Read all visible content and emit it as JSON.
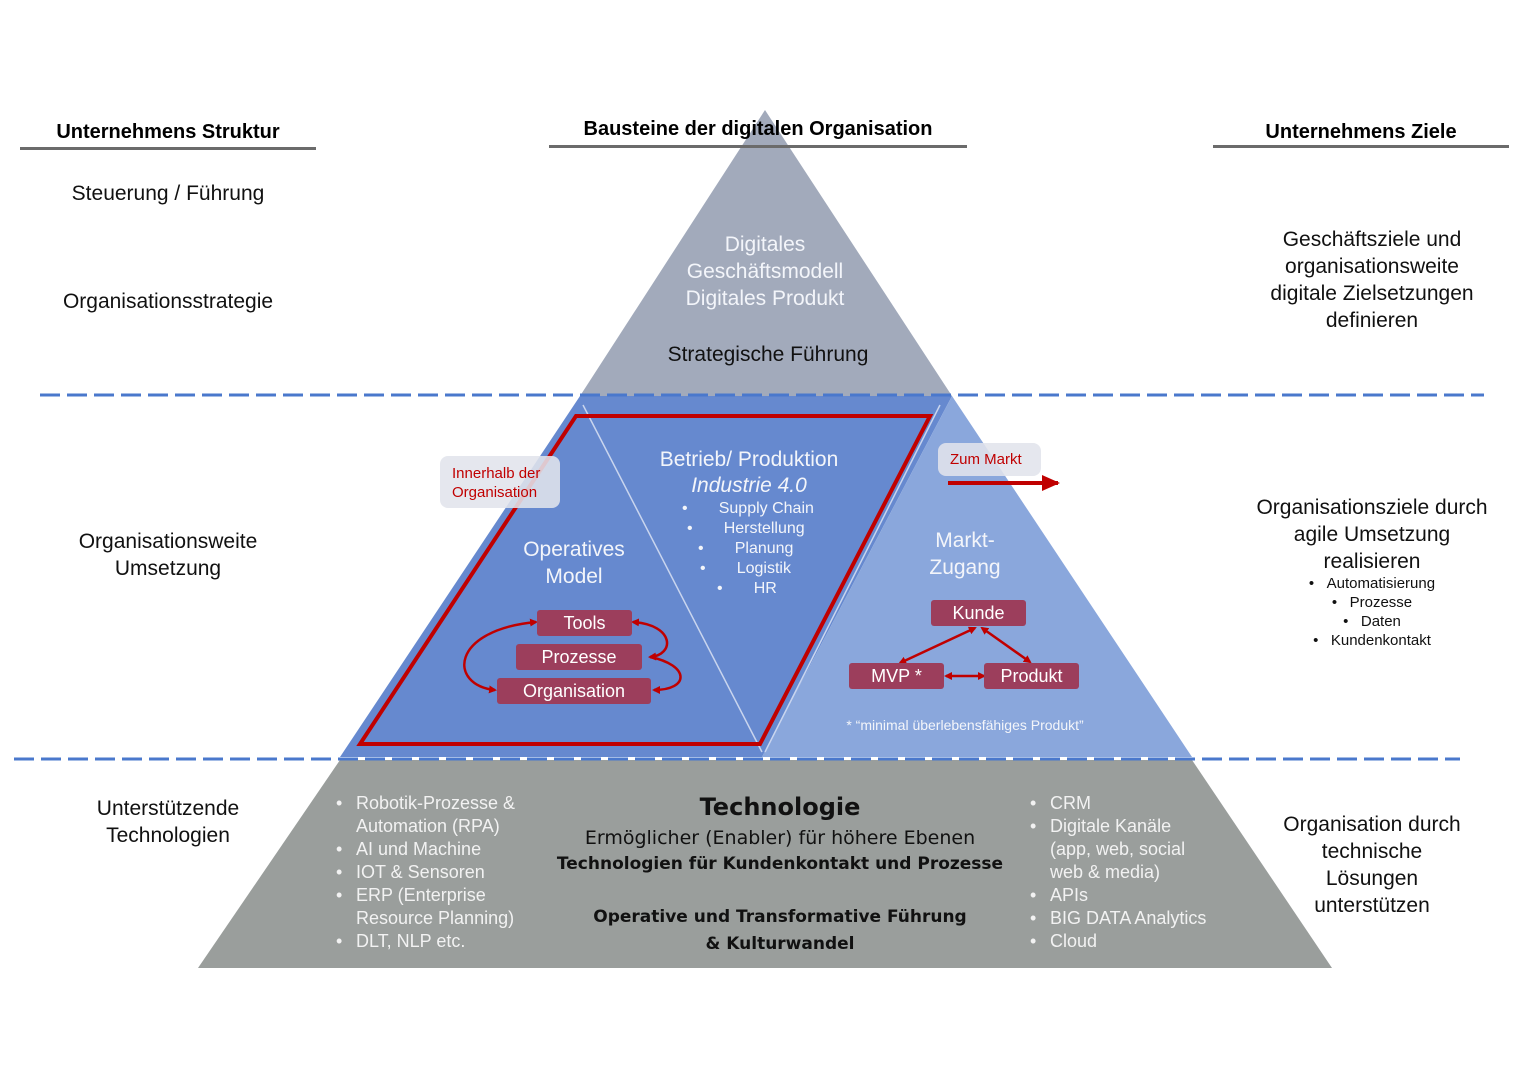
{
  "columns": {
    "left_header": "Unternehmens Struktur",
    "center_header": "Bausteine der digitalen Organisation",
    "right_header": "Unternehmens Ziele"
  },
  "left_labels": {
    "steuerung": "Steuerung / Führung",
    "strategie": "Organisationsstrategie",
    "umsetzung": [
      "Organisationsweite",
      "Umsetzung"
    ],
    "technologien": [
      "Unterstützende",
      "Technologien"
    ]
  },
  "right_labels": {
    "top": [
      "Geschäftsziele und",
      "organisationsweite",
      "digitale Zielsetzungen",
      "definieren"
    ],
    "middle": [
      "Organisationsziele durch",
      "agile Umsetzung",
      "realisieren"
    ],
    "middle_bullets": [
      "Automatisierung",
      "Prozesse",
      "Daten",
      "Kundenkontakt"
    ],
    "bottom": [
      "Organisation durch",
      "technische",
      "Lösungen",
      "unterstützen"
    ]
  },
  "pyramid": {
    "top": {
      "lines": [
        "Digitales",
        "Geschäftsmodell",
        "Digitales Produkt"
      ],
      "subtitle": "Strategische Führung"
    },
    "middle": {
      "callout_inside": [
        "Innerhalb der",
        "Organisation"
      ],
      "callout_market": "Zum Markt",
      "operatives": {
        "title": [
          "Operatives",
          "Model"
        ],
        "pills": [
          "Tools",
          "Prozesse",
          "Organisation"
        ]
      },
      "betrieb": {
        "title": "Betrieb/ Produktion",
        "subtitle": "Industrie 4.0",
        "items": [
          "Supply Chain",
          "Herstellung",
          "Planung",
          "Logistik",
          "HR"
        ]
      },
      "markt": {
        "title": [
          "Markt-",
          "Zugang"
        ],
        "pills": [
          "Kunde",
          "MVP *",
          "Produkt"
        ],
        "footnote": "* “minimal überlebensfähiges Produkt”"
      }
    },
    "bottom": {
      "title": "Technologie",
      "line1": "Ermöglicher (Enabler) für höhere Ebenen",
      "line2": "Technologien für Kundenkontakt und Prozesse",
      "line3": "Operative und Transformative Führung",
      "line4": "& Kulturwandel",
      "left_bullets": [
        {
          "text": "Robotik-Prozesse &",
          "bullet": true
        },
        {
          "text": "Automation (RPA)",
          "bullet": false
        },
        {
          "text": "AI und Machine",
          "bullet": true
        },
        {
          "text": "IOT & Sensoren",
          "bullet": true
        },
        {
          "text": "ERP (Enterprise",
          "bullet": true
        },
        {
          "text": "Resource Planning)",
          "bullet": false
        },
        {
          "text": "DLT, NLP etc.",
          "bullet": true
        }
      ],
      "right_bullets": [
        {
          "text": "CRM",
          "bullet": true
        },
        {
          "text": "Digitale Kanäle",
          "bullet": true
        },
        {
          "text": "(app, web, social",
          "bullet": false
        },
        {
          "text": "web & media)",
          "bullet": false
        },
        {
          "text": "APIs",
          "bullet": true
        },
        {
          "text": "BIG DATA Analytics",
          "bullet": true
        },
        {
          "text": "Cloud",
          "bullet": true
        }
      ]
    }
  },
  "colors": {
    "top_tier": "#a2aabb",
    "middle_left": "#6689cf",
    "middle_right": "#8aa7dc",
    "bottom_tier": "#9a9e9c",
    "dashed_divider": "#4a78cc",
    "highlight_red": "#c00000",
    "pill": "#9c3e5c"
  }
}
